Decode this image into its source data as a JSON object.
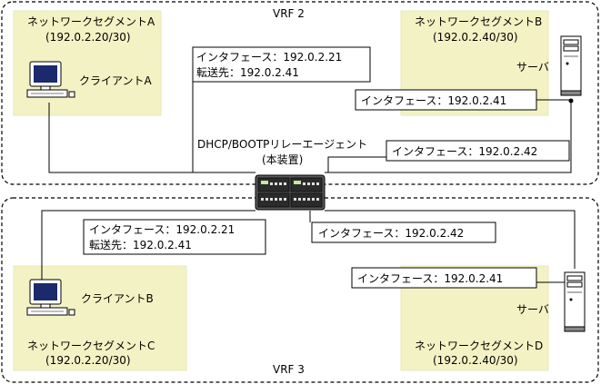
{
  "vrf_top": {
    "label": "VRF 2"
  },
  "vrf_bottom": {
    "label": "VRF 3"
  },
  "segment_a": {
    "name": "ネットワークセグメントA",
    "subnet": "(192.0.2.20/30)",
    "client_label": "クライアントA"
  },
  "segment_b": {
    "name": "ネットワークセグメントB",
    "subnet": "(192.0.2.40/30)",
    "server_label": "サーバ"
  },
  "segment_c": {
    "name": "ネットワークセグメントC",
    "subnet": "(192.0.2.20/30)",
    "client_label": "クライアントB"
  },
  "segment_d": {
    "name": "ネットワークセグメントD",
    "subnet": "(192.0.2.40/30)",
    "server_label": "サーバ"
  },
  "relay": {
    "name": "DHCP/BOOTPリレーエージェント",
    "sub": "(本装置)"
  },
  "labels": {
    "top_relay_if": "インタフェース：192.0.2.21",
    "top_relay_dest": "転送先：192.0.2.41",
    "top_server_if": "インタフェース：192.0.2.41",
    "top_relay_if2": "インタフェース：192.0.2.42",
    "bottom_relay_if": "インタフェース：192.0.2.21",
    "bottom_relay_dest": "転送先：192.0.2.41",
    "bottom_relay_if2": "インタフェース：192.0.2.42",
    "bottom_server_if": "インタフェース：192.0.2.41"
  },
  "colors": {
    "segment_fill": "#f2f2c4",
    "line": "#000000"
  }
}
